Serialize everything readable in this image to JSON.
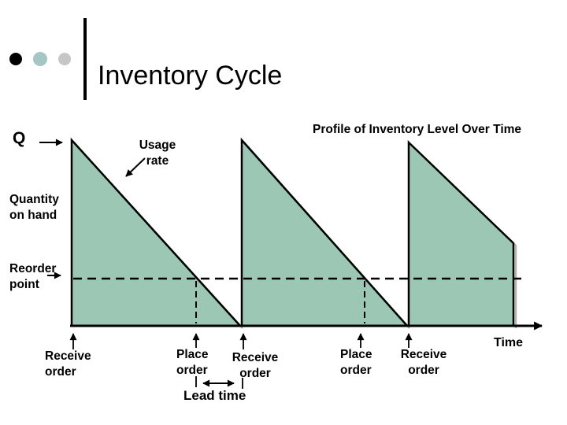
{
  "header": {
    "title": "Inventory Cycle",
    "bullet_icons": [
      "bullet-black",
      "bullet-teal",
      "bullet-gray"
    ]
  },
  "diagram": {
    "subtitle": "Profile of Inventory Level Over Time",
    "q_label": "Q",
    "usage_rate_label": "Usage rate",
    "quantity_label": "Quantity on hand",
    "reorder_label": "Reorder point",
    "time_label": "Time",
    "lead_time_label": "Lead time",
    "events": [
      {
        "label": "Receive order"
      },
      {
        "label": "Place order"
      },
      {
        "label": "Receive order"
      },
      {
        "label": "Place order"
      },
      {
        "label": "Receive order"
      }
    ],
    "structure": {
      "cycles": 3,
      "max_level": "Q",
      "min_level": 0,
      "reorder_point_between": "0 and Q",
      "third_cycle_clipped": true,
      "x_axis": "Time",
      "y_axis": "Quantity on hand"
    }
  },
  "colors": {
    "fill_teal": "#9bc7b4",
    "bullet_teal": "#a5c6c4",
    "bullet_gray": "#c6c6c6",
    "shadow": "#b3b3b3",
    "text": "#000000",
    "background": "#ffffff"
  }
}
